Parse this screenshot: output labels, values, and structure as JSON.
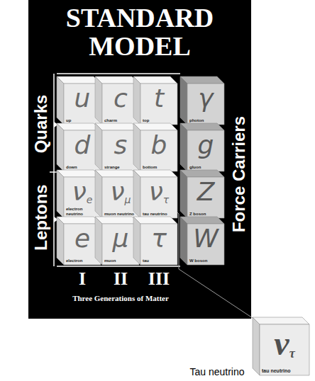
{
  "diagram": {
    "title": "STANDARD MODEL",
    "caption": "Tau neutrino",
    "nodes": [
      {
        "text": [
          "u",
          "up"
        ]
      },
      {
        "text": [
          "c",
          "charm"
        ]
      },
      {
        "text": [
          "t",
          "top"
        ]
      },
      {
        "text": [
          "γ",
          "photon"
        ]
      },
      {
        "text": [
          "d",
          "down"
        ]
      },
      {
        "text": [
          "s",
          "strange"
        ]
      },
      {
        "text": [
          "b",
          "bottom"
        ]
      },
      {
        "text": [
          "g",
          "gluon"
        ]
      },
      {
        "text": [
          "ν",
          "e",
          "electron neutrino"
        ]
      },
      {
        "text": [
          "ν",
          "μ",
          "muon neutrino"
        ]
      },
      {
        "text": [
          "ν",
          "τ",
          "tau neutrino"
        ]
      },
      {
        "text": [
          "Z",
          "Z boson"
        ]
      },
      {
        "text": [
          "e",
          "electron"
        ]
      },
      {
        "text": [
          "μ",
          "muon"
        ]
      },
      {
        "text": [
          "τ",
          "tau"
        ]
      },
      {
        "text": [
          "W",
          "W boson"
        ]
      },
      {
        "text": [
          "ν",
          "τ",
          "tau neutrino"
        ]
      }
    ],
    "edges": [
      {
        "from": 10,
        "to": 16,
        "arrow": "none"
      }
    ],
    "labels": [
      "Quarks",
      "Leptons",
      "Force Carriers",
      "I",
      "II",
      "III",
      "Three Generations of Matter"
    ]
  }
}
